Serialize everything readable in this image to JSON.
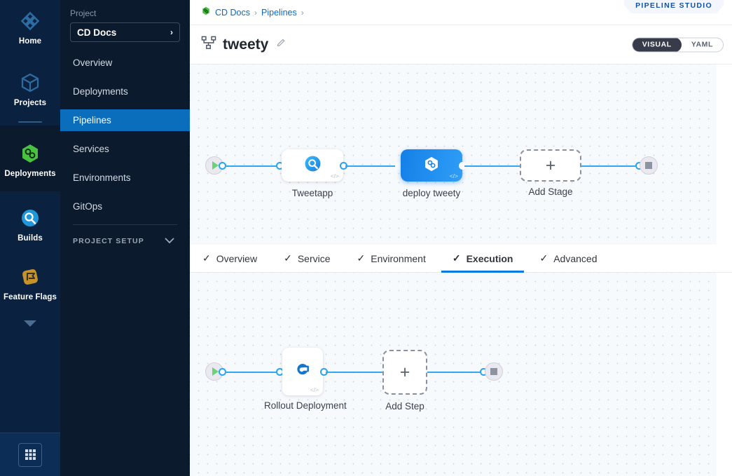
{
  "rail": {
    "items": [
      {
        "label": "Home",
        "icon": "home-diamond-icon",
        "active": false
      },
      {
        "label": "Projects",
        "icon": "cube-icon",
        "active": false
      },
      {
        "label": "Deployments",
        "icon": "deployments-hexagon-icon",
        "active": true
      },
      {
        "label": "Builds",
        "icon": "builds-circle-icon",
        "active": false
      },
      {
        "label": "Feature Flags",
        "icon": "feature-flags-icon",
        "active": false
      }
    ],
    "more_icon": "caret-down-icon",
    "launcher_icon": "grid-apps-icon"
  },
  "sidebar": {
    "heading": "Project",
    "project_name": "CD Docs",
    "project_chevron": "chevron-right-icon",
    "items": [
      {
        "label": "Overview",
        "active": false
      },
      {
        "label": "Deployments",
        "active": false
      },
      {
        "label": "Pipelines",
        "active": true
      },
      {
        "label": "Services",
        "active": false
      },
      {
        "label": "Environments",
        "active": false
      },
      {
        "label": "GitOps",
        "active": false
      }
    ],
    "section": {
      "label": "PROJECT SETUP",
      "chevron": "chevron-down-icon"
    }
  },
  "header": {
    "breadcrumb": {
      "module_icon": "deployments-hexagon-icon",
      "items": [
        "CD Docs",
        "Pipelines"
      ],
      "separator": "›"
    },
    "studio_badge": "PIPELINE STUDIO",
    "pipeline_icon": "pipeline-tree-icon",
    "pipeline_name": "tweety",
    "edit_icon": "pencil-icon",
    "view_toggle": {
      "options": [
        "VISUAL",
        "YAML"
      ],
      "selected": "VISUAL"
    }
  },
  "stage_canvas": {
    "start_icon": "play-icon",
    "end_icon": "stop-icon",
    "nodes": [
      {
        "label": "Tweetapp",
        "type": "build-stage",
        "icon": "build-stage-icon",
        "selected": false,
        "code_mark": "</>"
      },
      {
        "label": "deploy tweety",
        "type": "deploy-stage",
        "icon": "deploy-hexagon-icon",
        "selected": true,
        "code_mark": "</>"
      }
    ],
    "add_stage": {
      "label": "Add Stage",
      "icon": "plus-icon"
    }
  },
  "tabs": [
    {
      "label": "Overview",
      "checked": true,
      "active": false
    },
    {
      "label": "Service",
      "checked": true,
      "active": false
    },
    {
      "label": "Environment",
      "checked": true,
      "active": false
    },
    {
      "label": "Execution",
      "checked": true,
      "active": true
    },
    {
      "label": "Advanced",
      "checked": true,
      "active": false
    }
  ],
  "step_canvas": {
    "start_icon": "play-icon",
    "end_icon": "stop-icon",
    "steps": [
      {
        "label": "Rollout Deployment",
        "icon": "rollout-deployment-icon",
        "code_mark": "</>"
      }
    ],
    "add_step": {
      "label": "Add Step",
      "icon": "plus-icon"
    }
  },
  "colors": {
    "accent_blue": "#0a7ae0",
    "link_blue": "#33a7f0",
    "nav_active": "#0a6ebd",
    "rail_bg": "#0a2240",
    "nav_bg": "#0b1b2d",
    "canvas_bg": "#f7fafd",
    "module_green": "#4ac241",
    "play_green": "#6fd07a"
  }
}
